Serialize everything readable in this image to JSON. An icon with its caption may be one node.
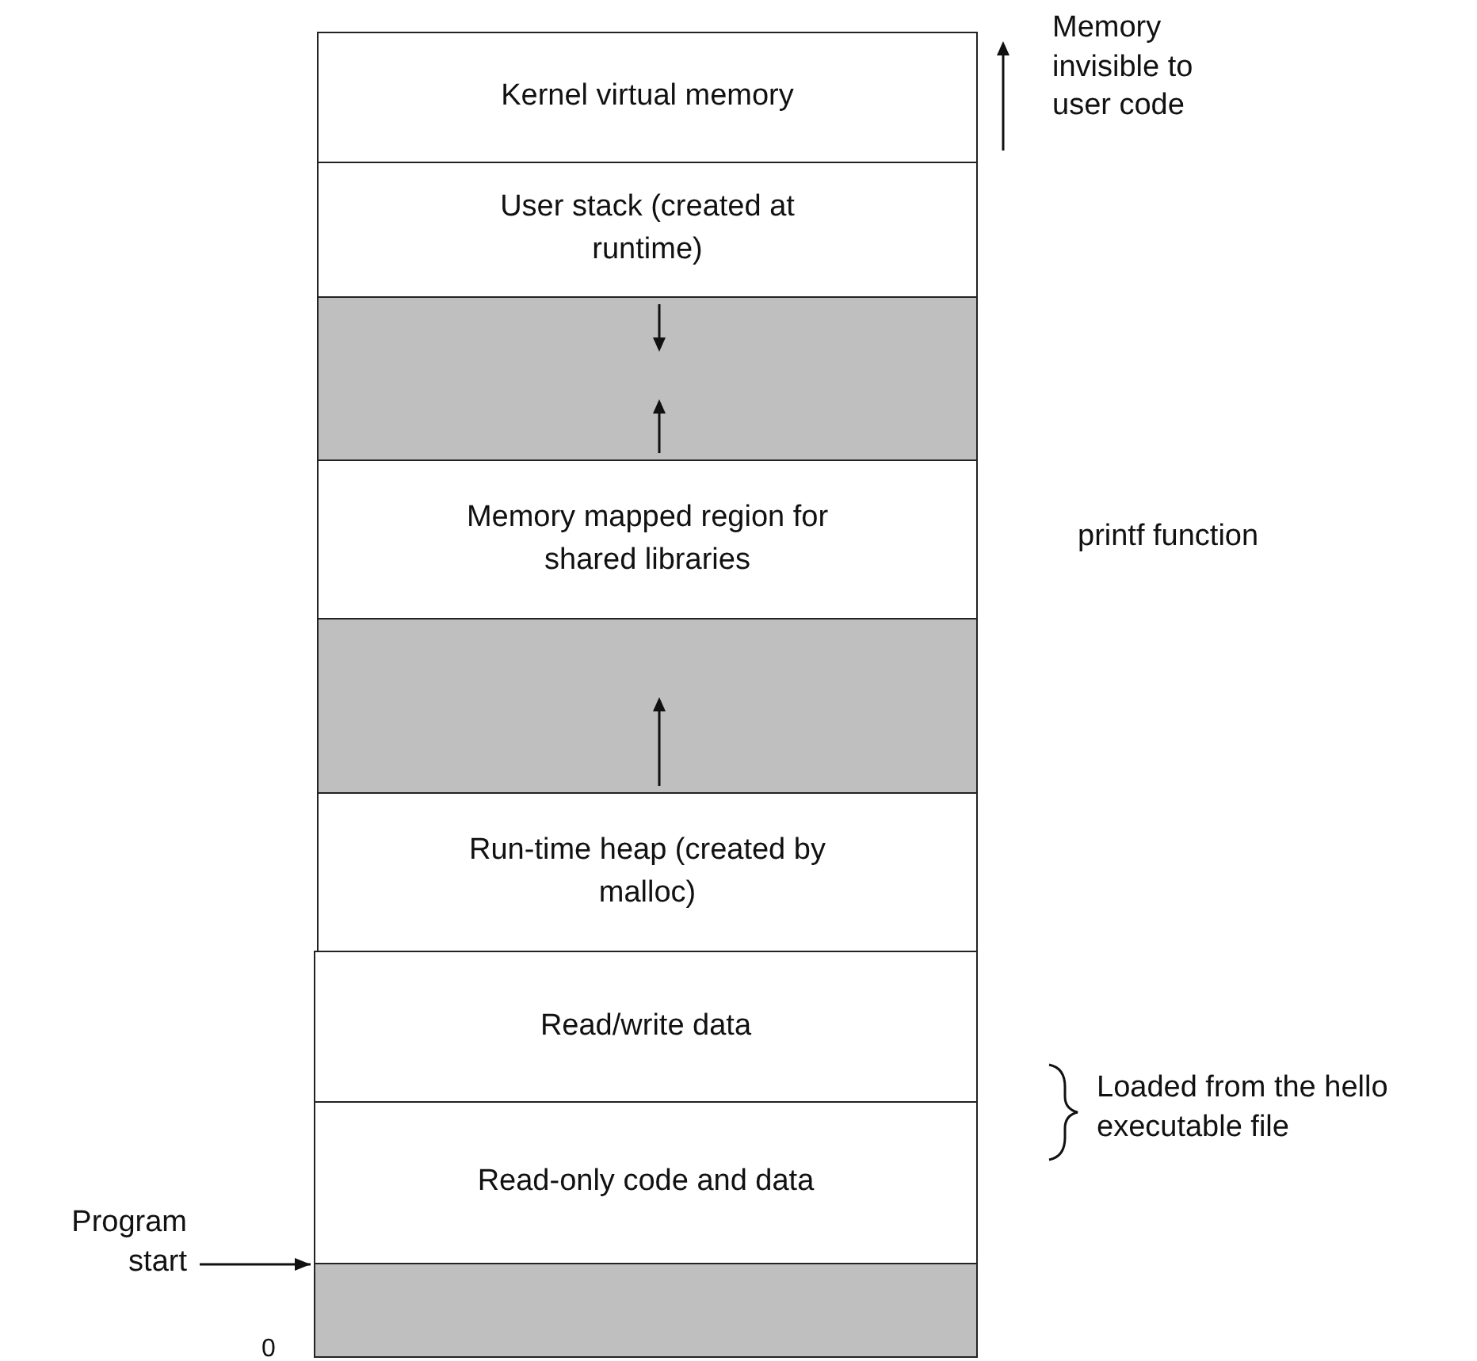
{
  "diagram": {
    "nodes": [
      {
        "text": [
          "Kernel virtual memory"
        ]
      },
      {
        "text": [
          "User stack (created at runtime)"
        ]
      },
      {
        "text": [],
        "shape": "box"
      },
      {
        "text": [
          "Memory mapped region for shared libraries"
        ]
      },
      {
        "text": [],
        "shape": "box"
      },
      {
        "text": [
          "Run-time heap (created by malloc)"
        ]
      },
      {
        "text": [
          "Read/write data"
        ]
      },
      {
        "text": [
          "Read-only code and data"
        ]
      },
      {
        "text": [],
        "shape": "box"
      },
      {
        "text": [
          "Program start"
        ]
      }
    ],
    "edges": [
      {
        "from": 9,
        "to": 8,
        "arrow": "to"
      }
    ],
    "labels": [
      "Memory invisible to user code",
      "printf function",
      "Loaded from the hello executable file",
      "0"
    ]
  }
}
